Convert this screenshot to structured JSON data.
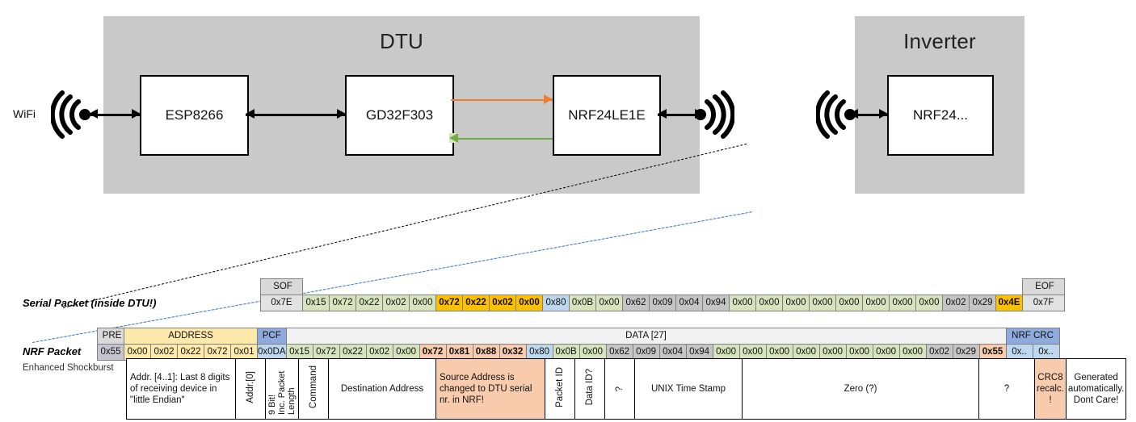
{
  "diagram": {
    "dtu": {
      "title": "DTU",
      "chips": [
        {
          "name": "esp8266",
          "label": "ESP8266"
        },
        {
          "name": "gd32f303",
          "label": "GD32F303"
        },
        {
          "name": "nrf24le1e",
          "label": "NRF24LE1E"
        }
      ]
    },
    "inverter": {
      "title": "Inverter",
      "chips": [
        {
          "name": "nrf24",
          "label": "NRF24..."
        }
      ]
    },
    "wifi_label": "WiFi",
    "link_colors": {
      "tx": "#ED7D31",
      "rx": "#70AD47",
      "default": "#000000"
    }
  },
  "serial_packet": {
    "side_label": "Serial Packet (inside DTU!)",
    "headers": [
      {
        "label": "SOF",
        "span": 1
      },
      {
        "label": "",
        "span": 29
      }
    ],
    "bytes": [
      {
        "v": "0x7E",
        "style": "sof"
      },
      {
        "v": "0x15",
        "style": "green"
      },
      {
        "v": "0x72",
        "style": "green"
      },
      {
        "v": "0x22",
        "style": "green"
      },
      {
        "v": "0x02",
        "style": "green"
      },
      {
        "v": "0x00",
        "style": "green"
      },
      {
        "v": "0x72",
        "style": "gold"
      },
      {
        "v": "0x22",
        "style": "gold"
      },
      {
        "v": "0x02",
        "style": "gold"
      },
      {
        "v": "0x00",
        "style": "gold"
      },
      {
        "v": "0x80",
        "style": "blue"
      },
      {
        "v": "0x0B",
        "style": "green"
      },
      {
        "v": "0x00",
        "style": "green"
      },
      {
        "v": "0x62",
        "style": "greyv"
      },
      {
        "v": "0x09",
        "style": "greyv"
      },
      {
        "v": "0x04",
        "style": "greyv"
      },
      {
        "v": "0x94",
        "style": "greyv"
      },
      {
        "v": "0x00",
        "style": "green"
      },
      {
        "v": "0x00",
        "style": "green"
      },
      {
        "v": "0x00",
        "style": "green"
      },
      {
        "v": "0x00",
        "style": "green"
      },
      {
        "v": "0x00",
        "style": "green"
      },
      {
        "v": "0x00",
        "style": "green"
      },
      {
        "v": "0x00",
        "style": "green"
      },
      {
        "v": "0x00",
        "style": "green"
      },
      {
        "v": "0x02",
        "style": "greyv"
      },
      {
        "v": "0x29",
        "style": "greyv"
      },
      {
        "v": "0x4E",
        "style": "gold"
      },
      {
        "v": "0x7F",
        "style": "sof"
      }
    ],
    "eof_header": "EOF"
  },
  "nrf_packet": {
    "side_label": "NRF Packet",
    "sub_label": "Enhanced Shockburst",
    "headers": [
      {
        "label": "PRE",
        "style": "hdr",
        "span": 1
      },
      {
        "label": "ADDRESS",
        "style": "yellow-hdr",
        "span": 5
      },
      {
        "label": "PCF",
        "style": "blue-hdr",
        "span": 1
      },
      {
        "label": "DATA [27]",
        "style": "ltgrey-hdr",
        "span": 27
      },
      {
        "label": "NRF CRC",
        "style": "blue-hdr",
        "span": 2
      }
    ],
    "bytes": [
      {
        "v": "0x55",
        "style": "grey"
      },
      {
        "v": "0x00",
        "style": "yellow"
      },
      {
        "v": "0x02",
        "style": "yellow"
      },
      {
        "v": "0x22",
        "style": "yellow"
      },
      {
        "v": "0x72",
        "style": "yellow"
      },
      {
        "v": "0x01",
        "style": "yellow"
      },
      {
        "v": "0x0DA",
        "style": "blue"
      },
      {
        "v": "0x15",
        "style": "green"
      },
      {
        "v": "0x72",
        "style": "green"
      },
      {
        "v": "0x22",
        "style": "green"
      },
      {
        "v": "0x02",
        "style": "green"
      },
      {
        "v": "0x00",
        "style": "green"
      },
      {
        "v": "0x72",
        "style": "salmon-b"
      },
      {
        "v": "0x81",
        "style": "salmon-b"
      },
      {
        "v": "0x88",
        "style": "salmon-b"
      },
      {
        "v": "0x32",
        "style": "salmon-b"
      },
      {
        "v": "0x80",
        "style": "blue"
      },
      {
        "v": "0x0B",
        "style": "green"
      },
      {
        "v": "0x00",
        "style": "green"
      },
      {
        "v": "0x62",
        "style": "greyv"
      },
      {
        "v": "0x09",
        "style": "greyv"
      },
      {
        "v": "0x04",
        "style": "greyv"
      },
      {
        "v": "0x94",
        "style": "greyv"
      },
      {
        "v": "0x00",
        "style": "green"
      },
      {
        "v": "0x00",
        "style": "green"
      },
      {
        "v": "0x00",
        "style": "green"
      },
      {
        "v": "0x00",
        "style": "green"
      },
      {
        "v": "0x00",
        "style": "green"
      },
      {
        "v": "0x00",
        "style": "green"
      },
      {
        "v": "0x00",
        "style": "green"
      },
      {
        "v": "0x00",
        "style": "green"
      },
      {
        "v": "0x02",
        "style": "greyv"
      },
      {
        "v": "0x29",
        "style": "greyv"
      },
      {
        "v": "0x55",
        "style": "salmon-b"
      },
      {
        "v": "0x..",
        "style": "blue"
      },
      {
        "v": "0x..",
        "style": "blue"
      }
    ],
    "annotations": [
      {
        "name": "pre-ann",
        "text": "",
        "span": 1,
        "rotated": false,
        "style": "none"
      },
      {
        "name": "address-ann",
        "text": "Addr. [4..1]: Last 8 digits of receiving device in \"little Endian\"",
        "span": 4,
        "rotated": false,
        "style": "plain",
        "align": "left"
      },
      {
        "name": "addr0-ann",
        "text": "Addr.[0]",
        "span": 1,
        "rotated": true,
        "style": "plain"
      },
      {
        "name": "pcf-ann",
        "text": "9 Bit!\nInc. Packet Length",
        "span": 1,
        "rotated": true,
        "style": "plain"
      },
      {
        "name": "command-ann",
        "text": "Command",
        "span": 1,
        "rotated": true,
        "style": "plain"
      },
      {
        "name": "destination-address-ann",
        "text": "Destination Address",
        "span": 4,
        "rotated": false,
        "style": "plain"
      },
      {
        "name": "source-address-ann",
        "text": "Source Address is changed to DTU serial nr. in NRF!",
        "span": 4,
        "rotated": false,
        "style": "sal",
        "align": "left"
      },
      {
        "name": "packet-id-ann",
        "text": "Packet ID",
        "span": 1,
        "rotated": true,
        "style": "plain"
      },
      {
        "name": "data-id-ann",
        "text": "Data ID?",
        "span": 1,
        "rotated": true,
        "style": "plain"
      },
      {
        "name": "unknown-ann",
        "text": "?",
        "span": 1,
        "rotated": true,
        "style": "plain"
      },
      {
        "name": "unix-timestamp-ann",
        "text": "UNIX Time Stamp",
        "span": 4,
        "rotated": false,
        "style": "plain"
      },
      {
        "name": "zero-ann",
        "text": "Zero (?)",
        "span": 9,
        "rotated": false,
        "style": "plain"
      },
      {
        "name": "question-ann",
        "text": "?",
        "span": 2,
        "rotated": false,
        "style": "plain"
      },
      {
        "name": "crc8-ann",
        "text": "CRC8 recalc. !",
        "span": 1,
        "rotated": false,
        "style": "sal"
      },
      {
        "name": "nrf-crc-ann",
        "text": "Generated automatically. Dont Care!",
        "span": 2,
        "rotated": false,
        "style": "plain"
      }
    ]
  }
}
